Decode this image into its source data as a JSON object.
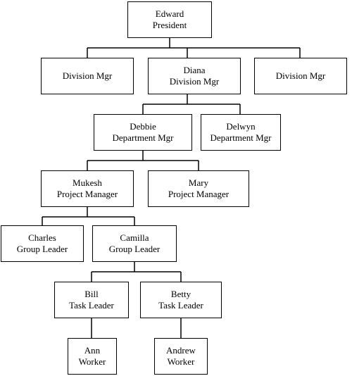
{
  "org_chart": {
    "edward": {
      "name": "Edward",
      "title": "President"
    },
    "division_left": {
      "name": "",
      "title": "Division Mgr"
    },
    "diana": {
      "name": "Diana",
      "title": "Division Mgr"
    },
    "division_right": {
      "name": "",
      "title": "Division Mgr"
    },
    "debbie": {
      "name": "Debbie",
      "title": "Department Mgr"
    },
    "delwyn": {
      "name": "Delwyn",
      "title": "Department Mgr"
    },
    "mukesh": {
      "name": "Mukesh",
      "title": "Project Manager"
    },
    "mary": {
      "name": "Mary",
      "title": "Project Manager"
    },
    "charles": {
      "name": "Charles",
      "title": "Group Leader"
    },
    "camilla": {
      "name": "Camilla",
      "title": "Group Leader"
    },
    "bill": {
      "name": "Bill",
      "title": "Task Leader"
    },
    "betty": {
      "name": "Betty",
      "title": "Task Leader"
    },
    "ann": {
      "name": "Ann",
      "title": "Worker"
    },
    "andrew": {
      "name": "Andrew",
      "title": "Worker"
    }
  }
}
